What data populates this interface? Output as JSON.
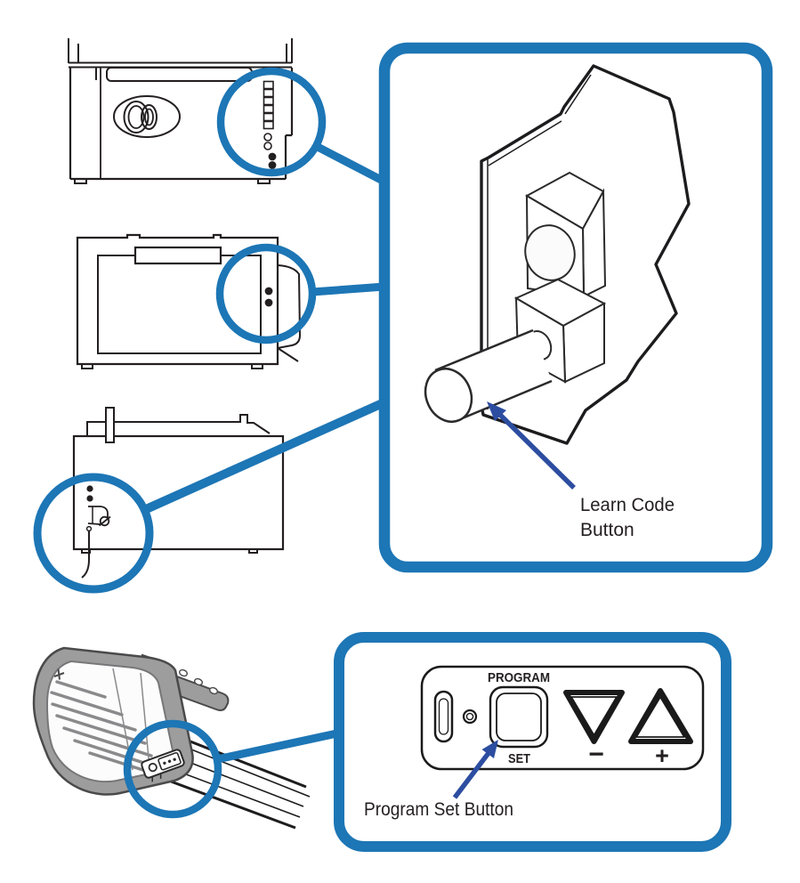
{
  "figure": {
    "description_hidden": false,
    "callouts": {
      "learn_code": {
        "line1": "Learn Code",
        "line2": "Button"
      },
      "program_set": {
        "label": "Program Set Button"
      }
    },
    "panel": {
      "program": "PROGRAM",
      "set": "SET",
      "minus": "−",
      "plus": "+"
    },
    "colors": {
      "callout_blue": "#1d76b5",
      "arrow_blue": "#2c4da0",
      "line_black": "#231f20",
      "shell_gray": "#9d9d9d",
      "shell_outline": "#4a4a4c",
      "slat_gray": "#8a8a8c"
    },
    "icons": [
      "zoom-circle-icon",
      "pointer-arrow-icon",
      "program-set-square-button",
      "down-triangle-button",
      "up-triangle-button",
      "led-indicator",
      "pill-indicator",
      "learn-code-cylinder-button"
    ]
  }
}
